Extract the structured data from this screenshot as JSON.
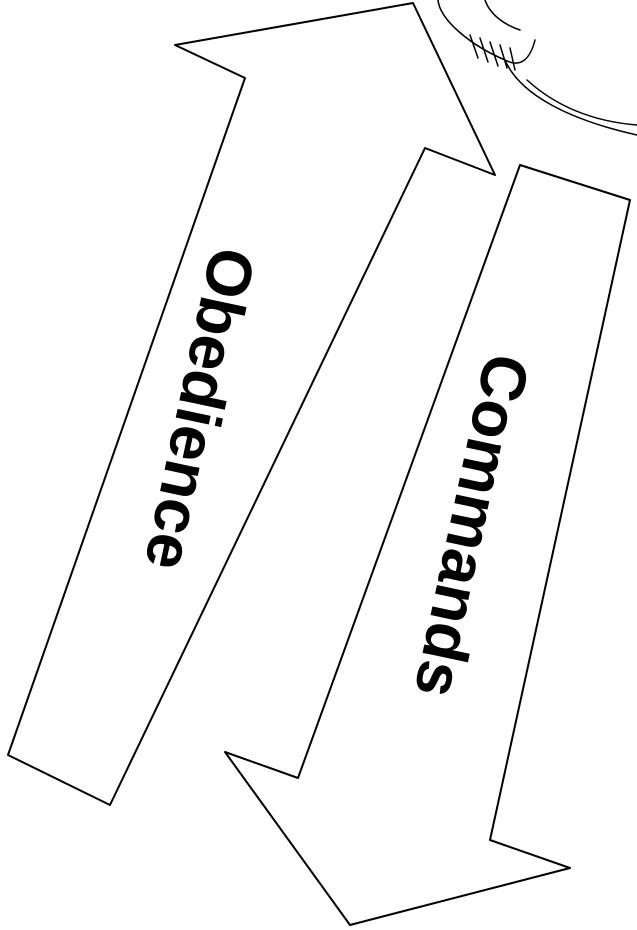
{
  "diagram": {
    "arrows": [
      {
        "label": "Obedience",
        "direction": "up"
      },
      {
        "label": "Commands",
        "direction": "down"
      }
    ],
    "stroke_color": "#000000",
    "background_color": "#ffffff"
  }
}
